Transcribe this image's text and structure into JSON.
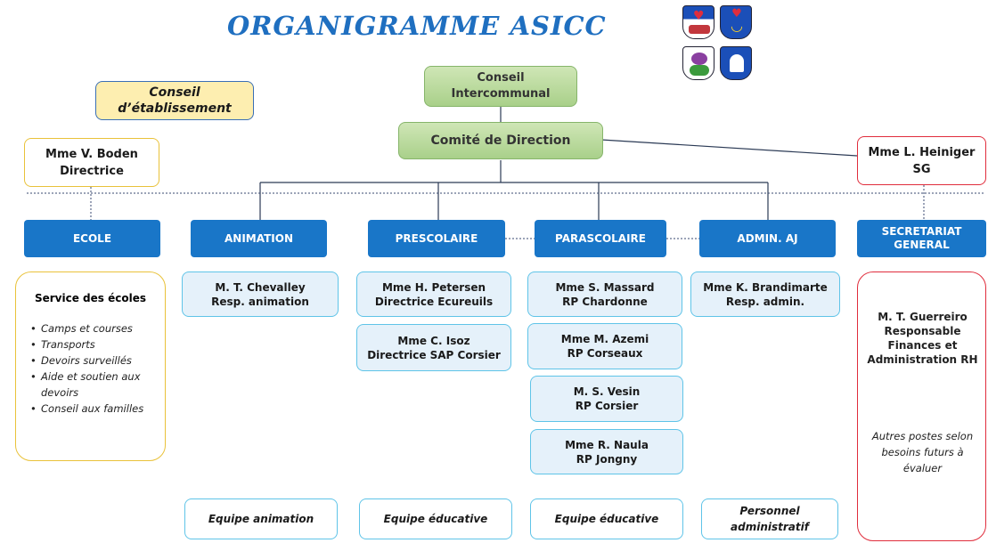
{
  "title": "ORGANIGRAMME   ASICC",
  "top": {
    "conseil_etab": [
      "Conseil",
      "d’établissement"
    ],
    "conseil_inter": [
      "Conseil",
      "Intercommunal"
    ],
    "comite": "Comité de Direction",
    "directrice": [
      "Mme V. Boden",
      "Directrice"
    ],
    "sg": [
      "Mme L. Heiniger",
      "SG"
    ]
  },
  "departments": [
    "ECOLE",
    "ANIMATION",
    "PRESCOLAIRE",
    "PARASCOLAIRE",
    "ADMIN. AJ",
    "SECRETARIAT GENERAL"
  ],
  "ecole": {
    "heading": "Service des écoles",
    "items": [
      "Camps et courses",
      "Transports",
      "Devoirs surveillés",
      "Aide et soutien aux devoirs",
      "Conseil aux familles"
    ]
  },
  "animation": {
    "person": [
      "M. T. Chevalley",
      "Resp. animation"
    ],
    "team": "Equipe animation"
  },
  "prescolaire": {
    "persons": [
      [
        "Mme H. Petersen",
        "Directrice Ecureuils"
      ],
      [
        "Mme C. Isoz",
        "Directrice SAP Corsier"
      ]
    ],
    "team": "Equipe éducative"
  },
  "parascolaire": {
    "persons": [
      [
        "Mme S. Massard",
        "RP Chardonne"
      ],
      [
        "Mme M. Azemi",
        "RP Corseaux"
      ],
      [
        "M. S. Vesin",
        "RP Corsier"
      ],
      [
        "Mme R. Naula",
        "RP Jongny"
      ]
    ],
    "team": "Equipe éducative"
  },
  "admin": {
    "person": [
      "Mme K. Brandimarte",
      "Resp. admin."
    ],
    "team": [
      "Personnel",
      "administratif"
    ]
  },
  "secretariat": {
    "person": [
      "M. T. Guerreiro",
      "Responsable",
      "Finances et",
      "Administration RH"
    ],
    "note": [
      "Autres postes selon",
      "besoins futurs à",
      "évaluer"
    ]
  },
  "colors": {
    "dept_blue": "#1976c8",
    "accent_cyan": "#5fc4e8",
    "title_blue": "#1f6fc0",
    "green": "#a9d08a",
    "yellow_border": "#e9c23a",
    "red_border": "#e02d3c"
  },
  "icons": [
    "heart-crest-icon",
    "moon-crest-icon",
    "thistle-crest-icon",
    "bell-crest-icon"
  ]
}
